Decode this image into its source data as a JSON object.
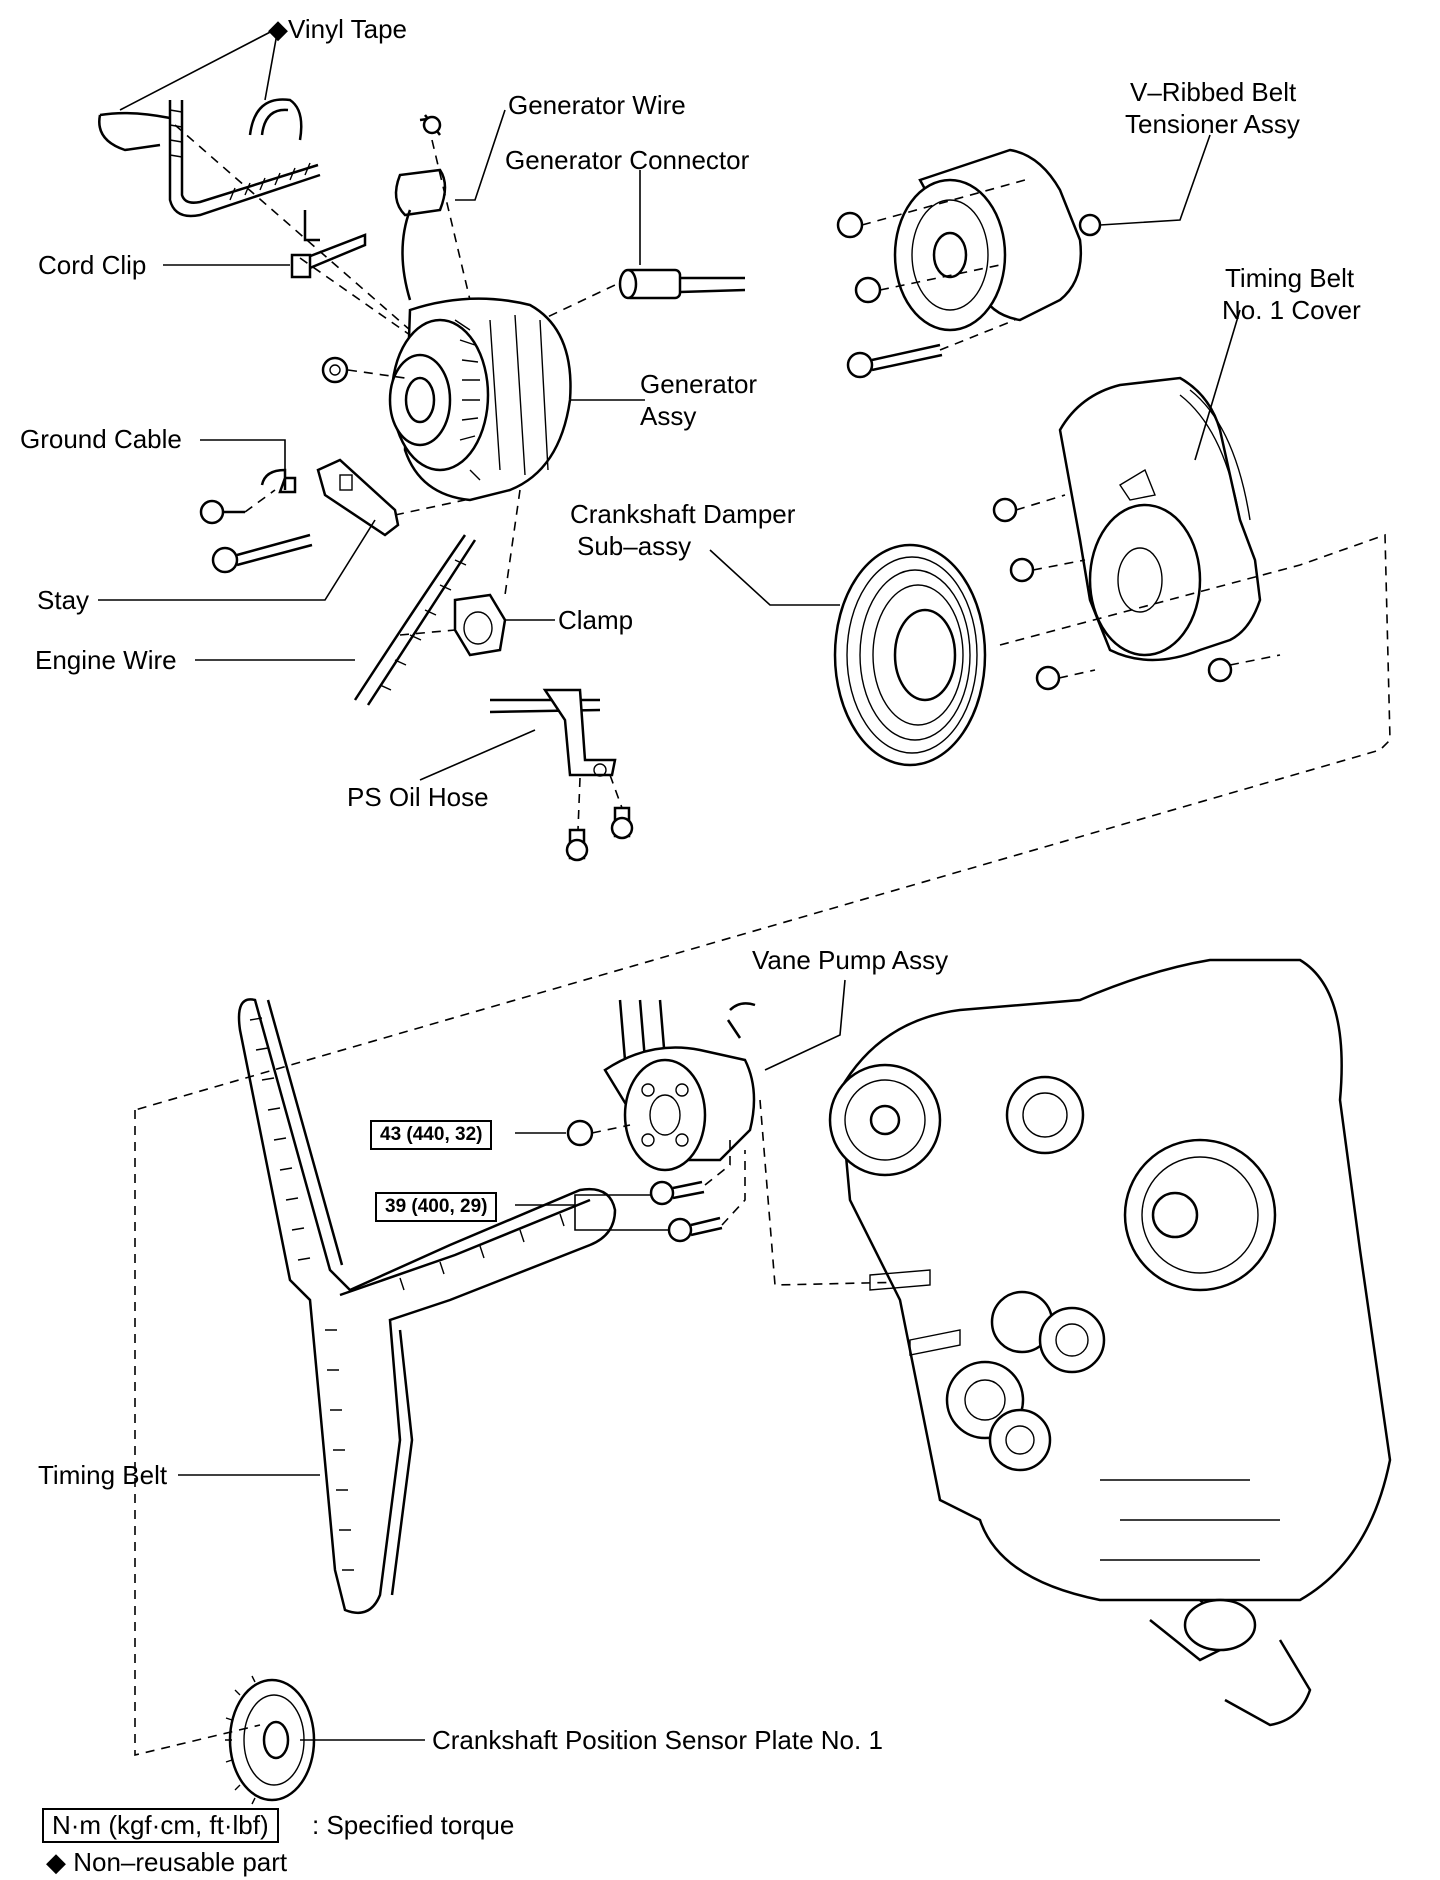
{
  "labels": {
    "vinyl_tape": "Vinyl Tape",
    "generator_wire": "Generator Wire",
    "generator_connector": "Generator Connector",
    "v_ribbed_belt_tensioner_l1": "V–Ribbed Belt",
    "v_ribbed_belt_tensioner_l2": "Tensioner Assy",
    "cord_clip": "Cord Clip",
    "timing_belt_cover_l1": "Timing Belt",
    "timing_belt_cover_l2": "No. 1 Cover",
    "generator_assy_l1": "Generator",
    "generator_assy_l2": "Assy",
    "ground_cable": "Ground Cable",
    "crankshaft_damper_l1": "Crankshaft Damper",
    "crankshaft_damper_l2": "Sub–assy",
    "stay": "Stay",
    "clamp": "Clamp",
    "engine_wire": "Engine Wire",
    "ps_oil_hose": "PS Oil Hose",
    "vane_pump_assy": "Vane Pump Assy",
    "timing_belt": "Timing Belt",
    "crankshaft_position_sensor_plate": "Crankshaft Position Sensor Plate No. 1"
  },
  "torques": {
    "torque_43": "43 (440, 32)",
    "torque_39": "39 (400, 29)"
  },
  "legend": {
    "torque_unit": "N·m (kgf·cm, ft·lbf)",
    "torque_desc": ": Specified torque",
    "nonreusable_symbol": "◆",
    "nonreusable_desc": "Non–reusable part"
  },
  "icons": {
    "nonreusable": "diamond-icon"
  }
}
